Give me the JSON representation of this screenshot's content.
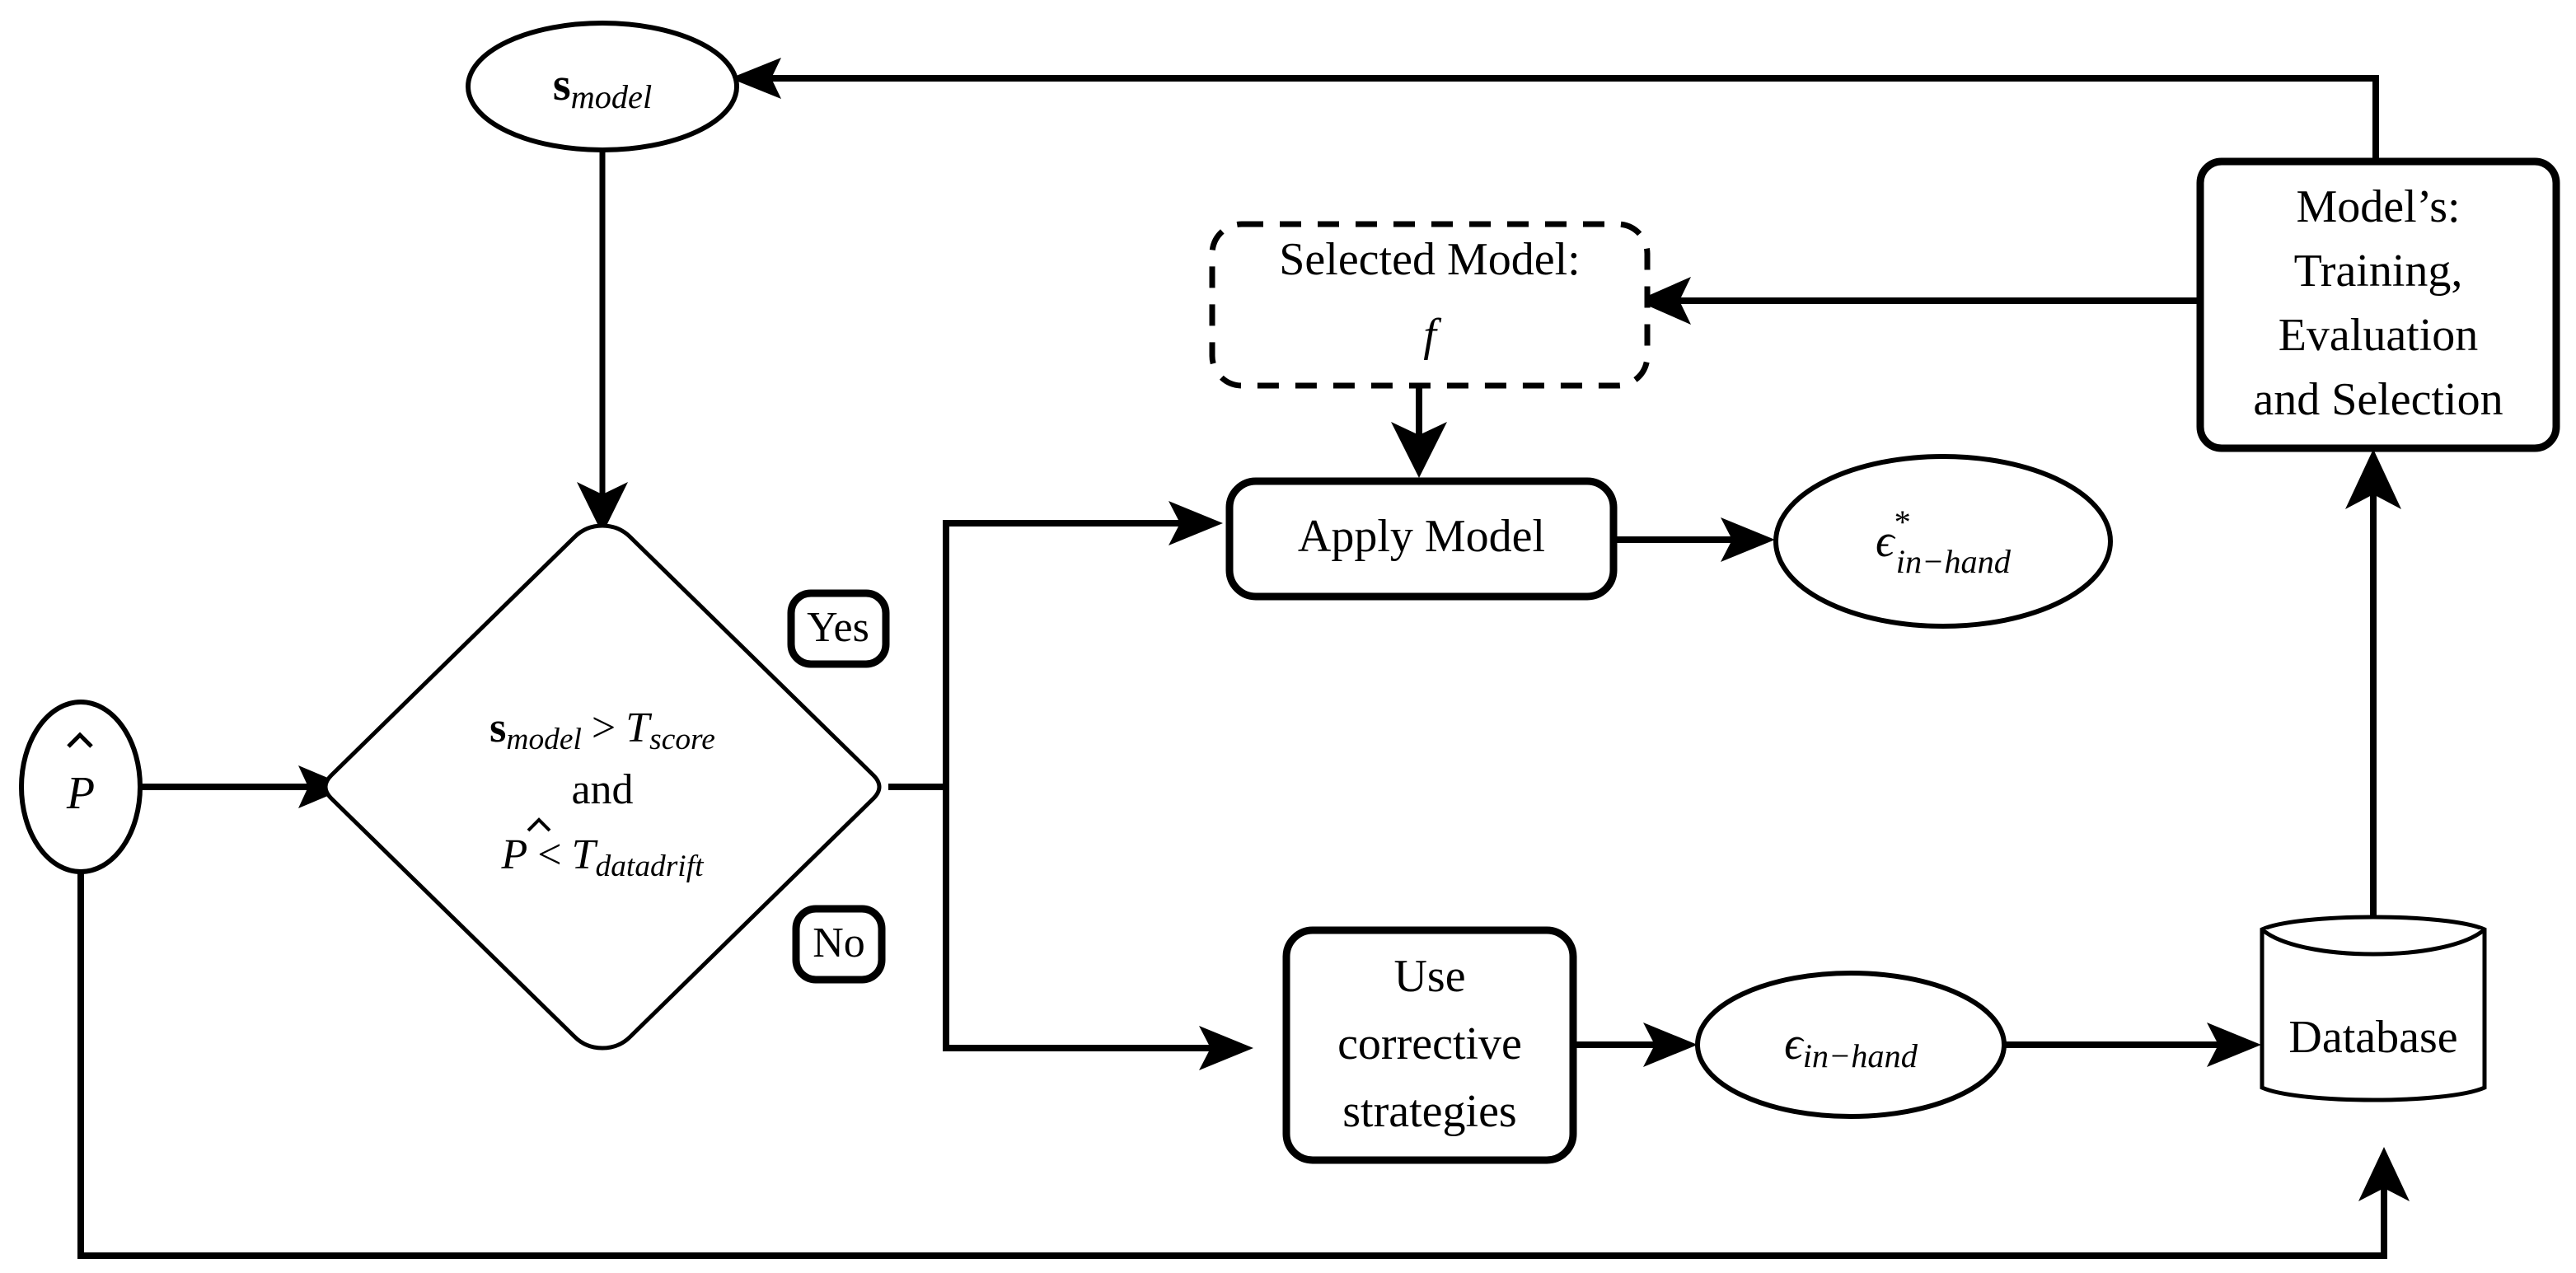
{
  "diagram": {
    "title": "Model monitoring and corrective-strategy decision flowchart",
    "background_color": "#ffffff",
    "stroke_color": "#000000",
    "nodes": {
      "score_ellipse": {
        "shape": "ellipse",
        "text_main": "s",
        "text_sub": "model"
      },
      "probability_ellipse": {
        "shape": "ellipse",
        "text_main": "P",
        "accent": "hat"
      },
      "decision_diamond": {
        "shape": "diamond",
        "line1_lhs_main": "s",
        "line1_lhs_sub": "model",
        "line1_op": ">",
        "line1_rhs_main": "T",
        "line1_rhs_sub": "score",
        "line2": "and",
        "line3_lhs_main": "P",
        "line3_op": "<",
        "line3_rhs_main": "T",
        "line3_rhs_sub": "datadrift"
      },
      "yes_label": {
        "shape": "rounded-rect",
        "text": "Yes"
      },
      "no_label": {
        "shape": "rounded-rect",
        "text": "No"
      },
      "selected_model": {
        "shape": "dashed-rounded-rect",
        "line1": "Selected Model:",
        "line2": "f"
      },
      "apply_model": {
        "shape": "rounded-rect",
        "text": "Apply Model"
      },
      "epsilon_star": {
        "shape": "ellipse",
        "text_main": "ϵ",
        "text_sup": "*",
        "text_sub": "in−hand"
      },
      "corrective": {
        "shape": "rounded-rect",
        "line1": "Use",
        "line2": "corrective",
        "line3": "strategies"
      },
      "epsilon": {
        "shape": "ellipse",
        "text_main": "ϵ",
        "text_sub": "in−hand"
      },
      "database": {
        "shape": "cylinder",
        "text": "Database"
      },
      "model_pipeline": {
        "shape": "rounded-rect",
        "line1": "Model’s:",
        "line2": "Training,",
        "line3": "Evaluation",
        "line4": "and Selection"
      }
    },
    "edges": [
      {
        "name": "pipeline-to-score",
        "from": "model_pipeline",
        "to": "score_ellipse",
        "style": "solid",
        "arrow": "end"
      },
      {
        "name": "score-to-decision",
        "from": "score_ellipse",
        "to": "decision_diamond",
        "style": "solid",
        "arrow": "end"
      },
      {
        "name": "probability-to-decision",
        "from": "probability_ellipse",
        "to": "decision_diamond",
        "style": "solid",
        "arrow": "end"
      },
      {
        "name": "decision-yes-to-apply",
        "from": "decision_diamond",
        "to": "apply_model",
        "style": "solid",
        "arrow": "end",
        "label": "Yes"
      },
      {
        "name": "decision-no-to-corrective",
        "from": "decision_diamond",
        "to": "corrective",
        "style": "solid",
        "arrow": "end",
        "label": "No"
      },
      {
        "name": "selected-to-apply",
        "from": "selected_model",
        "to": "apply_model",
        "style": "solid",
        "arrow": "end"
      },
      {
        "name": "apply-to-epsilon-star",
        "from": "apply_model",
        "to": "epsilon_star",
        "style": "solid",
        "arrow": "end"
      },
      {
        "name": "corrective-to-epsilon",
        "from": "corrective",
        "to": "epsilon",
        "style": "solid",
        "arrow": "end"
      },
      {
        "name": "epsilon-to-database",
        "from": "epsilon",
        "to": "database",
        "style": "solid",
        "arrow": "end"
      },
      {
        "name": "database-to-pipeline",
        "from": "database",
        "to": "model_pipeline",
        "style": "solid",
        "arrow": "end"
      },
      {
        "name": "pipeline-to-selected",
        "from": "model_pipeline",
        "to": "selected_model",
        "style": "solid",
        "arrow": "end"
      },
      {
        "name": "probability-feedback-to-database",
        "from": "probability_ellipse",
        "to": "database",
        "style": "solid",
        "arrow": "end"
      }
    ]
  }
}
